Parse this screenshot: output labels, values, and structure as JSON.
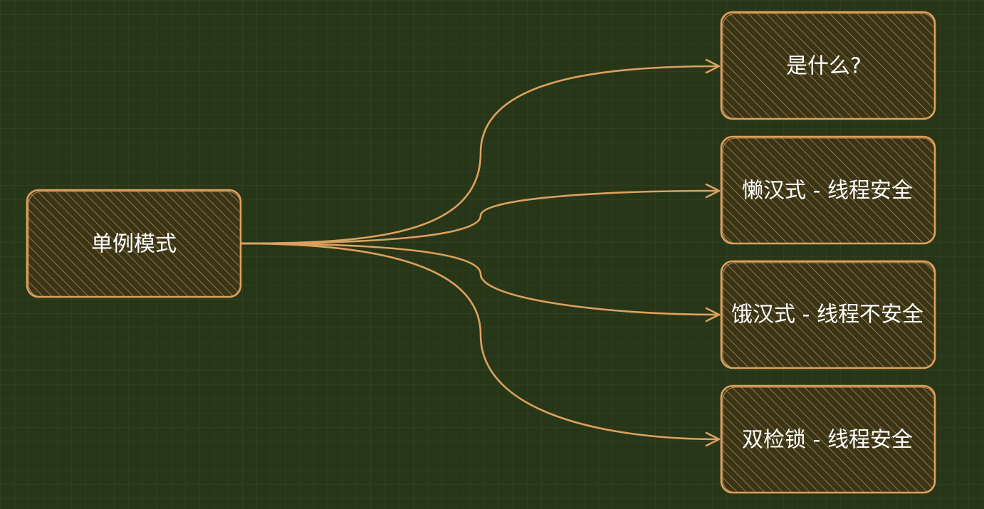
{
  "diagram": {
    "root": {
      "id": "root",
      "label": "单例模式"
    },
    "children": [
      {
        "id": "what",
        "label": "是什么?"
      },
      {
        "id": "lazy",
        "label": "懒汉式 - 线程安全"
      },
      {
        "id": "eager",
        "label": "饿汉式 - 线程不安全"
      },
      {
        "id": "dcl",
        "label": "双检锁 - 线程安全"
      }
    ]
  },
  "colors": {
    "background": "#283618",
    "grid": "#34452a",
    "node_fill": "#3a3517",
    "hatch": "#d39b55",
    "stroke": "#dda15e",
    "text": "#ffffff"
  }
}
